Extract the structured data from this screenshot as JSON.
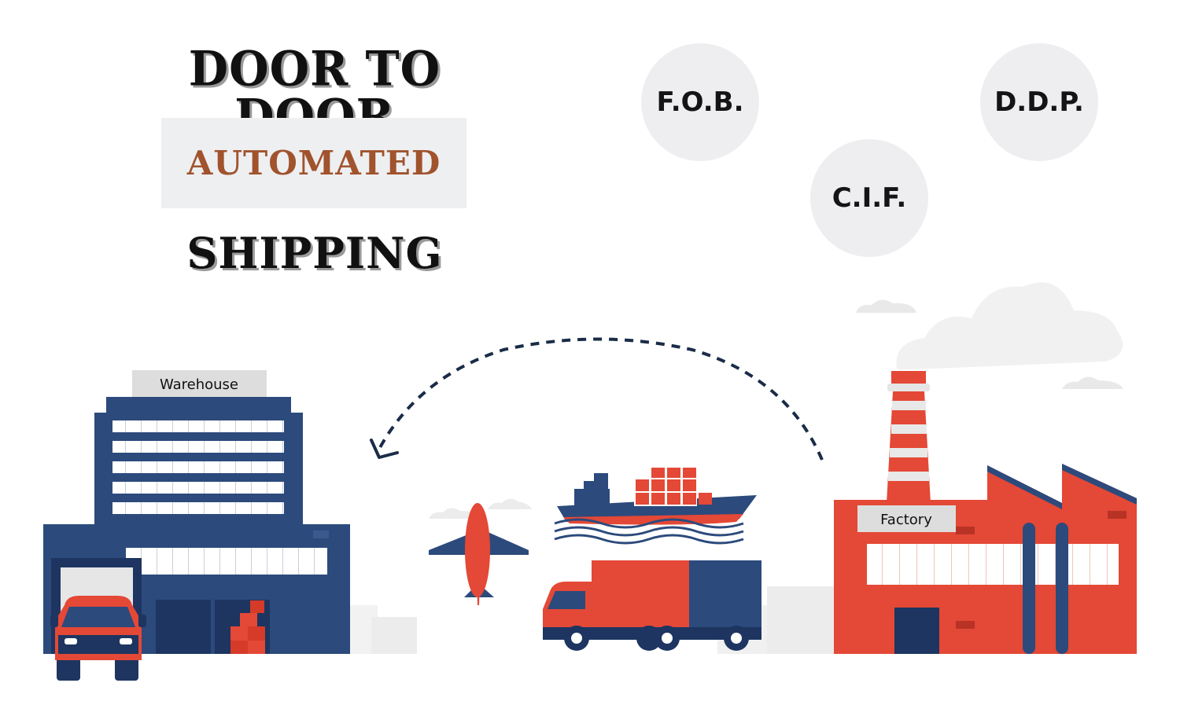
{
  "title": {
    "line1": "DOOR TO DOOR",
    "line2": "AUTOMATED",
    "line3": "SHIPPING"
  },
  "incoterms": [
    "F.O.B.",
    "C.I.F.",
    "D.D.P."
  ],
  "labels": {
    "warehouse": "Warehouse",
    "factory": "Factory"
  },
  "colors": {
    "navy": "#2c4a7c",
    "red": "#e44836",
    "accent_text": "#a0532d",
    "circle_bg": "#eeeef1"
  }
}
